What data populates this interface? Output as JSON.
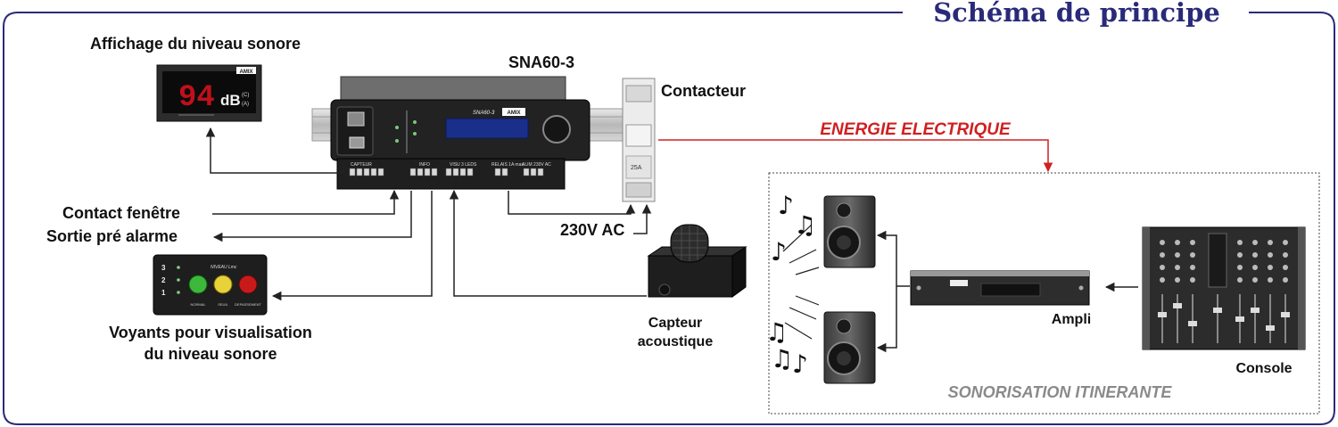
{
  "title": "Schéma de principe",
  "labels": {
    "affichage": "Affichage du niveau sonore",
    "sna": "SNA60-3",
    "contacteur": "Contacteur",
    "energie": "ENERGIE ELECTRIQUE",
    "contact_fenetre": "Contact fenêtre",
    "sortie_pre_alarme": "Sortie pré alarme",
    "v230": "230V AC",
    "voyants_l1": "Voyants pour visualisation",
    "voyants_l2": "du niveau sonore",
    "capteur_l1": "Capteur",
    "capteur_l2": "acoustique",
    "ampli": "Ampli",
    "console": "Console",
    "sonorisation": "SONORISATION ITINERANTE"
  },
  "display": {
    "value": "94",
    "unit": "dB",
    "weight_c": "(C)",
    "weight_a": "(A)",
    "brand": "AMIX"
  },
  "device": {
    "model": "SNA60-3",
    "brand": "AMIX",
    "section_capteur": "CAPTEUR",
    "section_info": "INFO",
    "section_visu": "VISU 3 LEDS",
    "section_relais": "RELAIS 1A max",
    "section_alim": "ALIM 230V AC"
  },
  "voyants": {
    "title": "NIVEAU Lmc",
    "levels": [
      "3",
      "2",
      "1"
    ],
    "leds": [
      "NORMAL",
      "SEUIL",
      "DEPASSEMENT"
    ]
  },
  "contactor": {
    "rating": "25A"
  },
  "colors": {
    "title": "#2a2a7a",
    "energy": "#d02020",
    "sono": "#8a8a8a",
    "frame": "#2a2a7a"
  }
}
